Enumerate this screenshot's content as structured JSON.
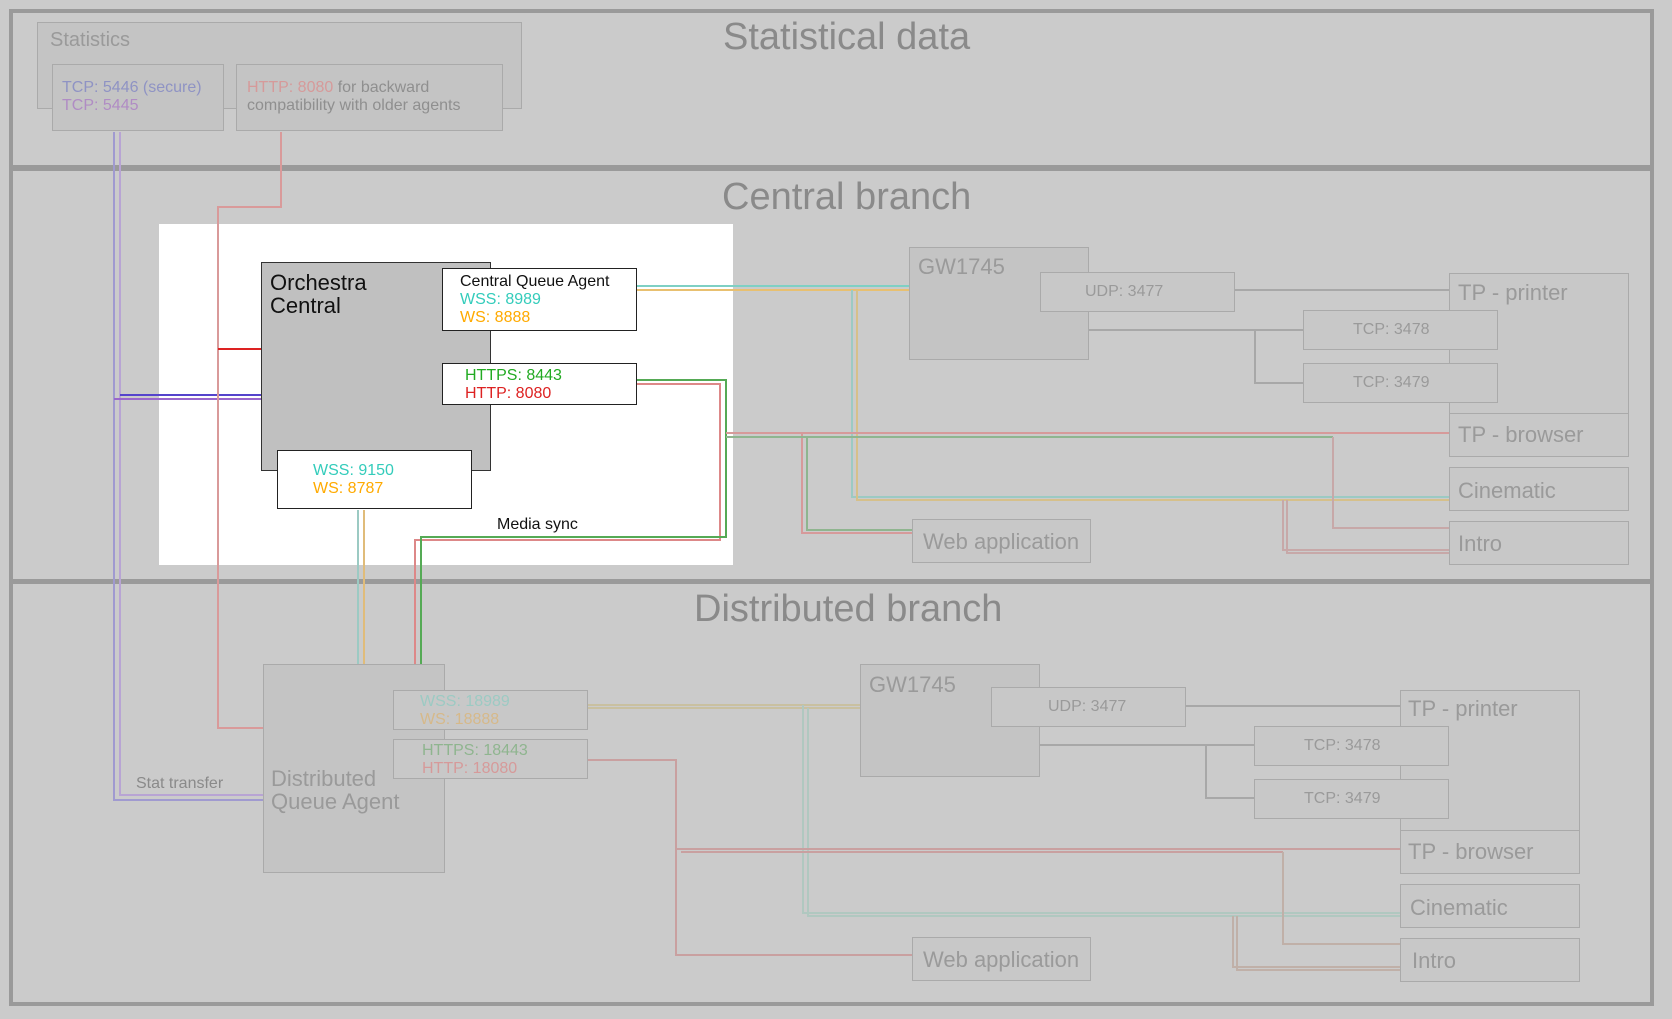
{
  "sections": {
    "statistical": {
      "title": "Statistical data"
    },
    "central": {
      "title": "Central branch"
    },
    "distributed": {
      "title": "Distributed branch"
    }
  },
  "statistics": {
    "title": "Statistics",
    "tcp_secure": "TCP: 5446 (secure)",
    "tcp": "TCP: 5445",
    "http_port": "HTTP: 8080",
    "http_desc_1": " for backward",
    "http_desc_2": "compatibility with older agents"
  },
  "central": {
    "orchestra_1": "Orchestra",
    "orchestra_2": "Central",
    "cqa_title": "Central Queue Agent",
    "cqa_wss": "WSS: 8989",
    "cqa_ws": "WS: 8888",
    "https": "HTTPS: 8443",
    "http": "HTTP: 8080",
    "ms_wss": "WSS: 9150",
    "ms_ws": "WS: 8787",
    "media_sync": "Media sync",
    "gw": "GW1745",
    "udp": "UDP: 3477",
    "tcp1": "TCP: 3478",
    "tcp2": "TCP: 3479",
    "tp_printer": "TP - printer",
    "tp_browser": "TP - browser",
    "cinematic": "Cinematic",
    "intro": "Intro",
    "web_app": "Web application"
  },
  "distributed": {
    "dqa_1": "Distributed",
    "dqa_2": "Queue Agent",
    "wss": "WSS: 18989",
    "ws": "WS: 18888",
    "https": "HTTPS: 18443",
    "http": "HTTP: 18080",
    "stat_transfer": "Stat transfer",
    "gw": "GW1745",
    "udp": "UDP: 3477",
    "tcp1": "TCP: 3478",
    "tcp2": "TCP: 3479",
    "tp_printer": "TP - printer",
    "tp_browser": "TP - browser",
    "cinematic": "Cinematic",
    "intro": "Intro",
    "web_app": "Web application"
  },
  "colors": {
    "wss": "#33ccbb",
    "ws": "#ffaa00",
    "https": "#22aa22",
    "http": "#dd2222",
    "tcp_secure": "#6666cc",
    "tcp": "#aa66cc"
  }
}
